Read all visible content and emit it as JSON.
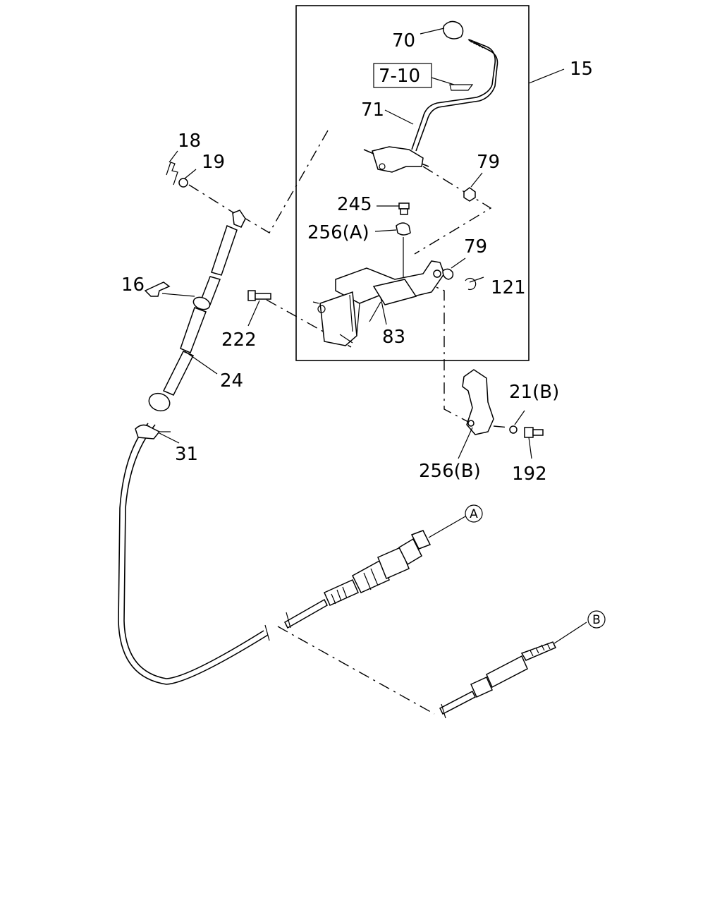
{
  "callouts": {
    "c15": "15",
    "c70": "70",
    "c7_10": "7-10",
    "c71": "71",
    "c79_top": "79",
    "c245": "245",
    "c256a": "256(A)",
    "c79_mid": "79",
    "c121": "121",
    "c83": "83",
    "c222": "222",
    "c18": "18",
    "c19": "19",
    "c16": "16",
    "c24": "24",
    "c31": "31",
    "c21b": "21(B)",
    "c256b": "256(B)",
    "c192": "192"
  },
  "refs": {
    "a": "A",
    "b": "B"
  },
  "colors": {
    "ink": "#000000",
    "paper": "#ffffff"
  }
}
